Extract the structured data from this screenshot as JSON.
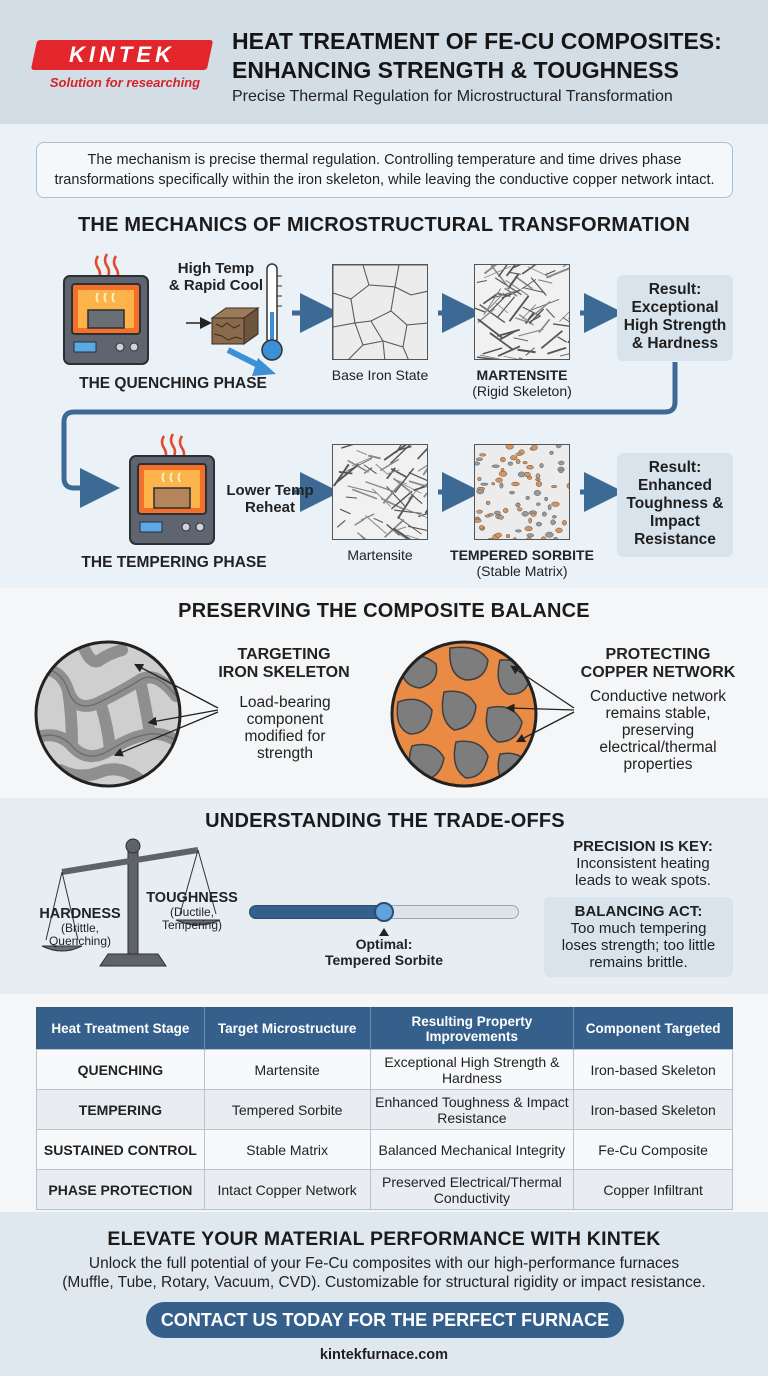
{
  "header": {
    "logo": "KINTEK",
    "tagline": "Solution for researching",
    "title_line1": "HEAT TREATMENT OF FE-CU COMPOSITES:",
    "title_line2": "ENHANCING STRENGTH & TOUGHNESS",
    "subtitle": "Precise Thermal Regulation for Microstructural Transformation"
  },
  "intro": {
    "line1": "The mechanism is precise thermal regulation. Controlling temperature and time drives phase",
    "line2": "transformations specifically within the iron skeleton, while leaving the conductive copper network intact."
  },
  "mechanics": {
    "title": "THE MECHANICS OF MICROSTRUCTURAL TRANSFORMATION",
    "quench": {
      "cond_line1": "High Temp",
      "cond_line2": "& Rapid Cool",
      "phase_label": "THE QUENCHING PHASE",
      "base_label": "Base Iron State",
      "mart_label": "MARTENSITE",
      "mart_sub": "(Rigid Skeleton)",
      "result_l1": "Result:",
      "result_l2": "Exceptional",
      "result_l3": "High Strength",
      "result_l4": "& Hardness"
    },
    "temper": {
      "cond_line1": "Lower Temp",
      "cond_line2": "Reheat",
      "phase_label": "THE TEMPERING PHASE",
      "mart_label": "Martensite",
      "sorbite_label": "TEMPERED SORBITE",
      "sorbite_sub": "(Stable Matrix)",
      "result_l1": "Result:",
      "result_l2": "Enhanced",
      "result_l3": "Toughness &",
      "result_l4": "Impact",
      "result_l5": "Resistance"
    }
  },
  "preserving": {
    "title": "PRESERVING THE COMPOSITE BALANCE",
    "iron_head1": "TARGETING",
    "iron_head2": "IRON SKELETON",
    "iron_d1": "Load-bearing",
    "iron_d2": "component",
    "iron_d3": "modified for",
    "iron_d4": "strength",
    "cu_head1": "PROTECTING",
    "cu_head2": "COPPER NETWORK",
    "cu_d1": "Conductive network",
    "cu_d2": "remains stable,",
    "cu_d3": "preserving",
    "cu_d4": "electrical/thermal",
    "cu_d5": "properties"
  },
  "tradeoffs": {
    "title": "UNDERSTANDING THE TRADE-OFFS",
    "hardness": "HARDNESS",
    "hardness_sub1": "(Brittle,",
    "hardness_sub2": "Quenching)",
    "toughness": "TOUGHNESS",
    "toughness_sub1": "(Ductile,",
    "toughness_sub2": "Tempering)",
    "optimal1": "Optimal:",
    "optimal2": "Tempered Sorbite",
    "slider_fraction": 0.5,
    "precision_head": "PRECISION IS KEY:",
    "precision_d1": "Inconsistent heating",
    "precision_d2": "leads to weak spots.",
    "balance_head": "BALANCING ACT:",
    "balance_d1": "Too much tempering",
    "balance_d2": "loses strength; too little",
    "balance_d3": "remains brittle."
  },
  "table": {
    "headers": [
      "Heat Treatment Stage",
      "Target Microstructure",
      "Resulting Property Improvements",
      "Component Targeted"
    ],
    "rows": [
      [
        "QUENCHING",
        "Martensite",
        "Exceptional High Strength & Hardness",
        "Iron-based Skeleton"
      ],
      [
        "TEMPERING",
        "Tempered Sorbite",
        "Enhanced Toughness & Impact Resistance",
        "Iron-based Skeleton"
      ],
      [
        "SUSTAINED CONTROL",
        "Stable Matrix",
        "Balanced Mechanical Integrity",
        "Fe-Cu Composite"
      ],
      [
        "PHASE PROTECTION",
        "Intact Copper Network",
        "Preserved Electrical/Thermal Conductivity",
        "Copper Infiltrant"
      ]
    ]
  },
  "cta": {
    "title": "ELEVATE YOUR MATERIAL PERFORMANCE WITH KINTEK",
    "line1": "Unlock the full potential of your Fe-Cu composites with our high-performance furnaces",
    "line2": "(Muffle, Tube, Rotary, Vacuum, CVD). Customizable for structural rigidity or impact resistance.",
    "button": "CONTACT US TODAY FOR THE PERFECT FURNACE",
    "url": "kintekfurnace.com"
  },
  "colors": {
    "brand_red": "#e3262b",
    "accent_blue": "#35608c",
    "copper": "#e98b45",
    "iron_gray": "#8f8f8f"
  }
}
